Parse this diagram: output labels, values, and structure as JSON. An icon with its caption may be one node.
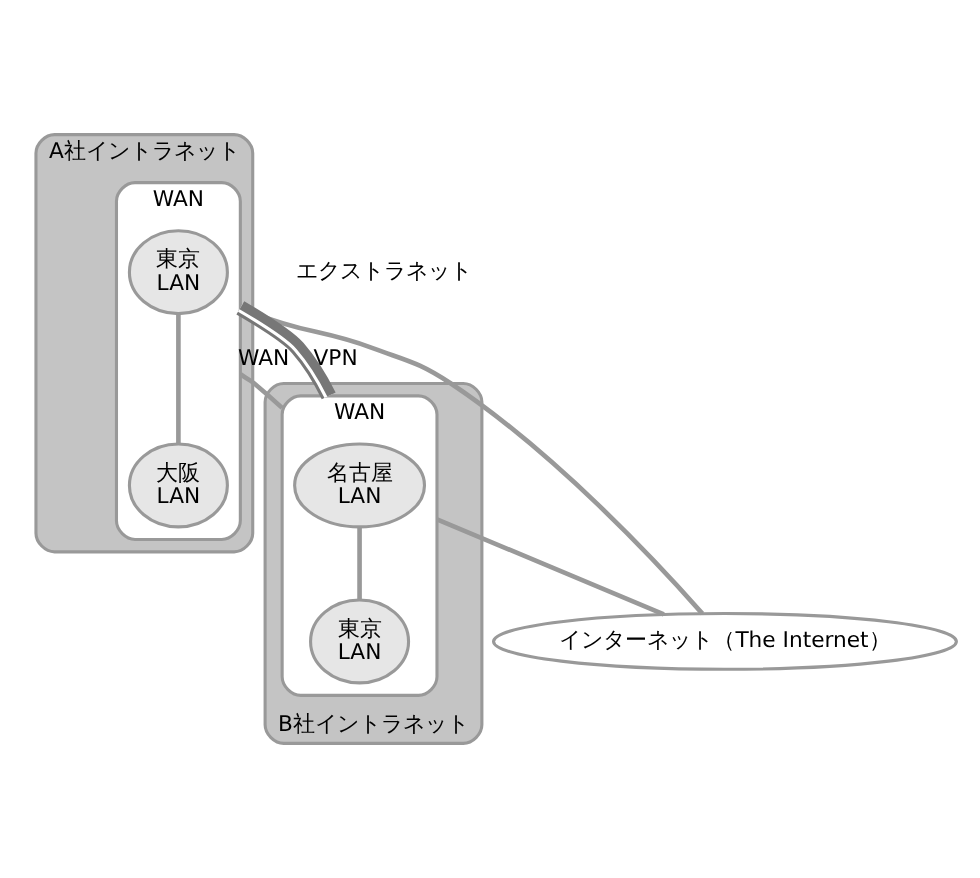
{
  "diagram": {
    "nodes": [
      {
        "text": [
          "A社イントラネット"
        ]
      },
      {
        "text": [
          "WAN"
        ],
        "in": 0
      },
      {
        "text": [
          "東京 LAN"
        ],
        "in": 1
      },
      {
        "text": [
          "大阪 LAN"
        ],
        "in": 1
      },
      {
        "text": [
          "インターネット（The Internet）"
        ]
      },
      {
        "text": [
          "B社イントラネット"
        ]
      },
      {
        "text": [
          "WAN"
        ],
        "in": 5
      },
      {
        "text": [
          "名古屋 LAN"
        ],
        "in": 6
      },
      {
        "text": [
          "東京 LAN"
        ],
        "in": 6
      }
    ],
    "edges": [
      {
        "from": 2,
        "to": 3,
        "arrow": "none"
      },
      {
        "from": 7,
        "to": 8,
        "arrow": "none"
      },
      {
        "from": 1,
        "to": 6,
        "arrow": "none",
        "label": "WAN"
      },
      {
        "from": 1,
        "to": 6,
        "arrow": "none",
        "label": "VPN",
        "style": "thick"
      },
      {
        "from": 1,
        "to": 4,
        "arrow": "none"
      },
      {
        "from": 6,
        "to": 4,
        "arrow": "none"
      }
    ],
    "labels": [
      "エクストラネット"
    ]
  }
}
